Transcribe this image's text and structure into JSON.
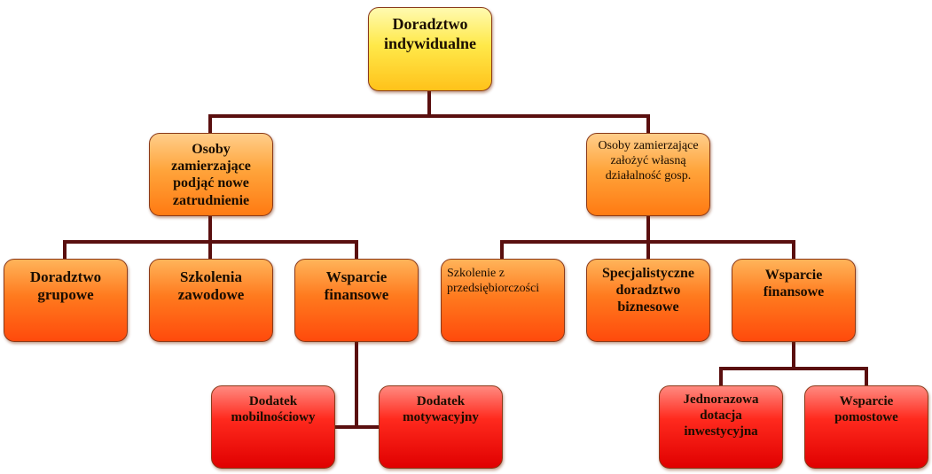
{
  "diagram": {
    "root": {
      "label": "Doradztwo indywidualne"
    },
    "left_branch": {
      "label": "Osoby zamierzające podjąć nowe zatrudnienie",
      "children": {
        "group": "Doradztwo grupowe",
        "training": "Szkolenia zawodowe",
        "support": "Wsparcie finansowe"
      },
      "support_children": {
        "mobility": "Dodatek mobilnościowy",
        "motivation": "Dodatek motywacyjny"
      }
    },
    "right_branch": {
      "label": "Osoby zamierzające założyć własną działalność gosp.",
      "children": {
        "entrepreneurship": "Szkolenie z przedsiębiorczości",
        "consulting": "Specjalistyczne doradztwo biznesowe",
        "support": "Wsparcie finansowe"
      },
      "support_children": {
        "grant": "Jednorazowa dotacja inwestycyjna",
        "bridge": "Wsparcie pomostowe"
      }
    },
    "colors": {
      "connector": "#5a0f0f",
      "root_fill": "#ffe94a",
      "level1_fill": "#ffa43b",
      "level2_fill": "#ff7a1e",
      "level3_fill": "#ff2a1e",
      "border": "#8a3a1a"
    }
  }
}
